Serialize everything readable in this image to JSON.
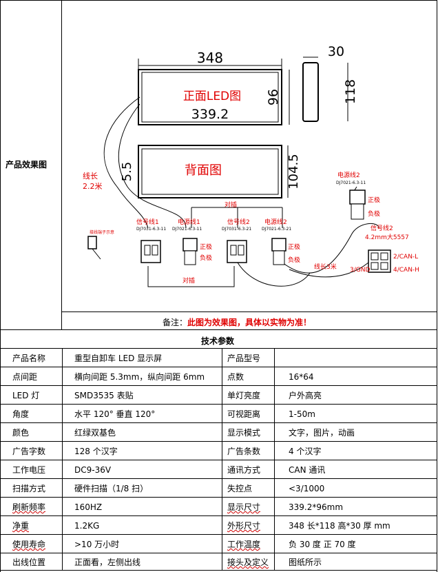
{
  "effect_section": {
    "label": "产品效果图",
    "note_prefix": "备注：",
    "note_text": "此图为效果图，具体以实物为准！",
    "diagram": {
      "front_width": "348",
      "front_inner_width": "339.2",
      "front_height": "96",
      "front_label": "正面LED图",
      "depth": "30",
      "side_height": "118",
      "back_label": "背面图",
      "back_gap": "5.5",
      "back_height": "104.5",
      "cable_length": "线长",
      "cable_length_value": "2.2米",
      "signal1_label": "信号线1",
      "signal1_code": "DJ7031-6.3-11",
      "power1_label": "电源线1",
      "power1_code": "DJ7021-6.3-11",
      "signal2_label": "信号线2",
      "signal2_code": "DJ7031-6.3-21",
      "power2_label": "电源线2",
      "power2_code": "DJ7021-6.3-21",
      "power2b_label": "电源线2",
      "power2b_code": "DJ7021-6.3-11",
      "plug_label_top": "对插",
      "plug_label_bottom": "对插",
      "positive": "正极",
      "negative": "负极",
      "positive2": "正极",
      "negative2": "负极",
      "positive3": "正极",
      "negative3": "负极",
      "signal_wire2": "信号线2",
      "signal_wire2_spec": "4.2mm大5557",
      "can_l": "2/CAN-L",
      "can_h": "4/CAN-H",
      "gnd": "3/GND",
      "wire_len": "线长3米",
      "small_label": "接线端子示意"
    }
  },
  "tech": {
    "title": "技术参数",
    "rows": [
      {
        "k1": "产品名称",
        "v1": "重型自卸车 LED 显示屏",
        "k2": "产品型号",
        "v2": ""
      },
      {
        "k1": "点间距",
        "v1": "横向间距 5.3mm，纵向间距 6mm",
        "k2": "点数",
        "v2": "16*64"
      },
      {
        "k1": "LED 灯",
        "v1": "SMD3535 表贴",
        "k2": "单灯亮度",
        "v2": "户外高亮"
      },
      {
        "k1": "角度",
        "v1": "水平 120° 垂直 120°",
        "k2": "可视距离",
        "v2": "1-50m"
      },
      {
        "k1": "颜色",
        "v1": "红绿双基色",
        "k2": "显示模式",
        "v2": "文字，图片，动画"
      },
      {
        "k1": "广告字数",
        "v1": "128 个汉字",
        "k2": "广告条数",
        "v2": "4 个汉字"
      },
      {
        "k1": "工作电压",
        "v1": "DC9-36V",
        "k2": "通讯方式",
        "v2": "CAN 通讯"
      },
      {
        "k1": "扫描方式",
        "v1": "硬件扫描（1/8 扫）",
        "k2": "失控点",
        "v2": "<3/1000"
      },
      {
        "k1": "刷新频率",
        "v1": "160HZ",
        "k2": "显示尺寸",
        "v2": "339.2*96mm"
      },
      {
        "k1": "净重",
        "v1": "1.2KG",
        "k2": "外形尺寸",
        "v2": "348 长*118 高*30 厚 mm"
      },
      {
        "k1": "使用寿命",
        "v1": ">10 万小时",
        "k2": "工作温度",
        "v2": "负 30 度 正 70 度"
      },
      {
        "k1": "出线位置",
        "v1": "正面看，左侧出线",
        "k2": "接头及定义",
        "v2": "图纸所示"
      }
    ]
  }
}
